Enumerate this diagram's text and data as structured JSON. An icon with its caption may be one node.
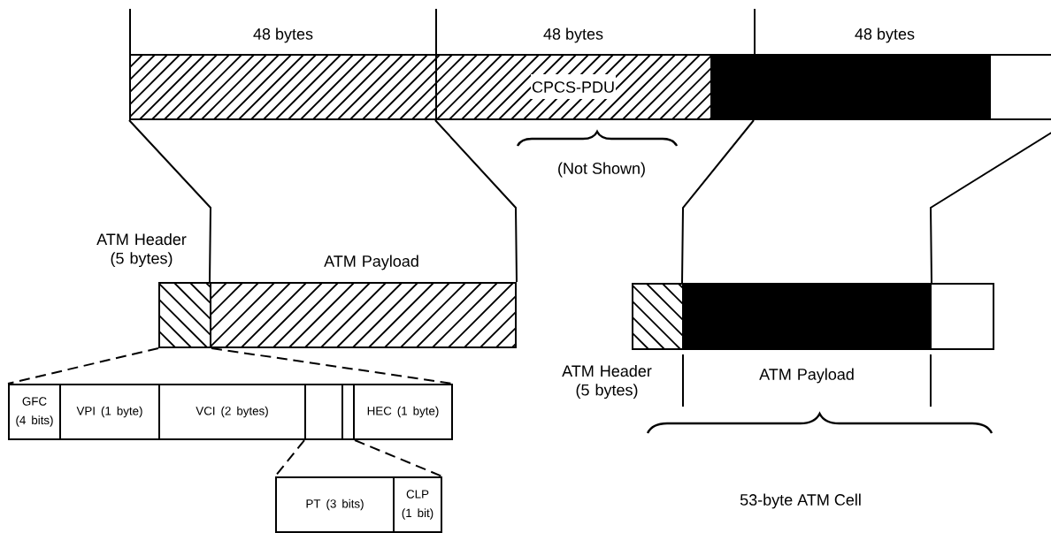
{
  "diagram": {
    "nodes": [
      {
        "text": [
          "CPCS-PDU"
        ]
      },
      {
        "text": [],
        "shape": "box",
        "beside": [
          "ATM Header (5 bytes)"
        ]
      },
      {
        "text": [],
        "shape": "box",
        "beside": [
          "ATM Payload"
        ]
      },
      {
        "text": [],
        "shape": "box"
      },
      {
        "text": [
          "GFC (4 bits)"
        ],
        "in": 3
      },
      {
        "text": [
          "VPI (1 byte)"
        ],
        "in": 3
      },
      {
        "text": [
          "VCI (2 bytes)"
        ],
        "in": 3
      },
      {
        "text": [],
        "shape": "box",
        "in": 3
      },
      {
        "text": [],
        "shape": "box",
        "in": 3
      },
      {
        "text": [
          "HEC (1 byte)"
        ],
        "in": 3
      },
      {
        "text": [],
        "shape": "box",
        "beside": [
          "ATM Header (5 bytes)"
        ]
      },
      {
        "text": [],
        "shape": "box",
        "beside": [
          "ATM Payload"
        ]
      },
      {
        "text": [],
        "shape": "box"
      },
      {
        "text": [],
        "shape": "box"
      },
      {
        "text": [
          "PT (3 bits)"
        ],
        "in": 13
      },
      {
        "text": [
          "CLP (1 bit)"
        ],
        "in": 13
      }
    ],
    "edges": [
      {
        "from": 0,
        "to": 2,
        "arrow": "none"
      },
      {
        "from": 0,
        "to": 2,
        "arrow": "none"
      },
      {
        "from": 0,
        "to": 11,
        "arrow": "none"
      },
      {
        "from": 0,
        "to": 11,
        "arrow": "none"
      },
      {
        "from": 1,
        "to": 3,
        "arrow": "none",
        "style": "dashed"
      },
      {
        "from": 1,
        "to": 3,
        "arrow": "none",
        "style": "dashed"
      },
      {
        "from": 7,
        "to": 13,
        "arrow": "none",
        "style": "dashed"
      },
      {
        "from": 8,
        "to": 13,
        "arrow": "none",
        "style": "dashed"
      }
    ],
    "labels": [
      "48 bytes",
      "48 bytes",
      "48 bytes",
      "(Not Shown)",
      "53-byte ATM Cell"
    ]
  }
}
